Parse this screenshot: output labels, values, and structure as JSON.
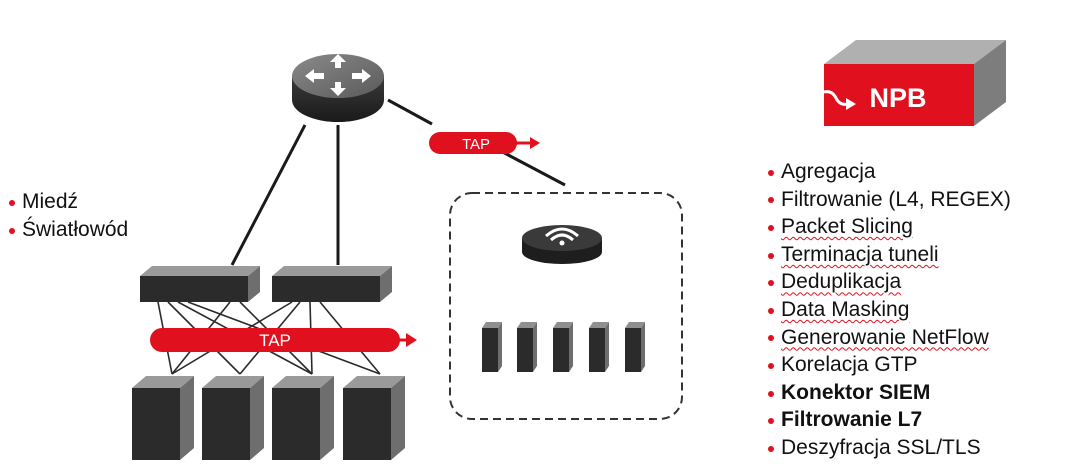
{
  "media": [
    {
      "label": "Miedź"
    },
    {
      "label": "Światłowód"
    }
  ],
  "features": [
    {
      "label": "Agregacja"
    },
    {
      "label": "Filtrowanie (L4, REGEX)"
    },
    {
      "label": "Packet Slicing"
    },
    {
      "label": "Terminacja tuneli"
    },
    {
      "label": "Deduplikacja"
    },
    {
      "label": "Data Masking"
    },
    {
      "label": "Generowanie NetFlow"
    },
    {
      "label": "Korelacja GTP"
    },
    {
      "label": "Konektor SIEM"
    },
    {
      "label": "Filtrowanie L7"
    },
    {
      "label": "Deszyfracja SSL/TLS"
    }
  ],
  "tap_top_label": "TAP",
  "tap_bottom_label": "TAP",
  "npb_label": "NPB",
  "icons": {
    "router": "router-icon",
    "wifi": "wifi-access-point-icon",
    "switch": "switch-icon",
    "server": "server-icon",
    "npb": "npb-appliance-icon"
  },
  "colors": {
    "accent": "#e0101e",
    "device_dark": "#2b2b2b",
    "device_side": "#8f8f8f",
    "text": "#111111"
  }
}
